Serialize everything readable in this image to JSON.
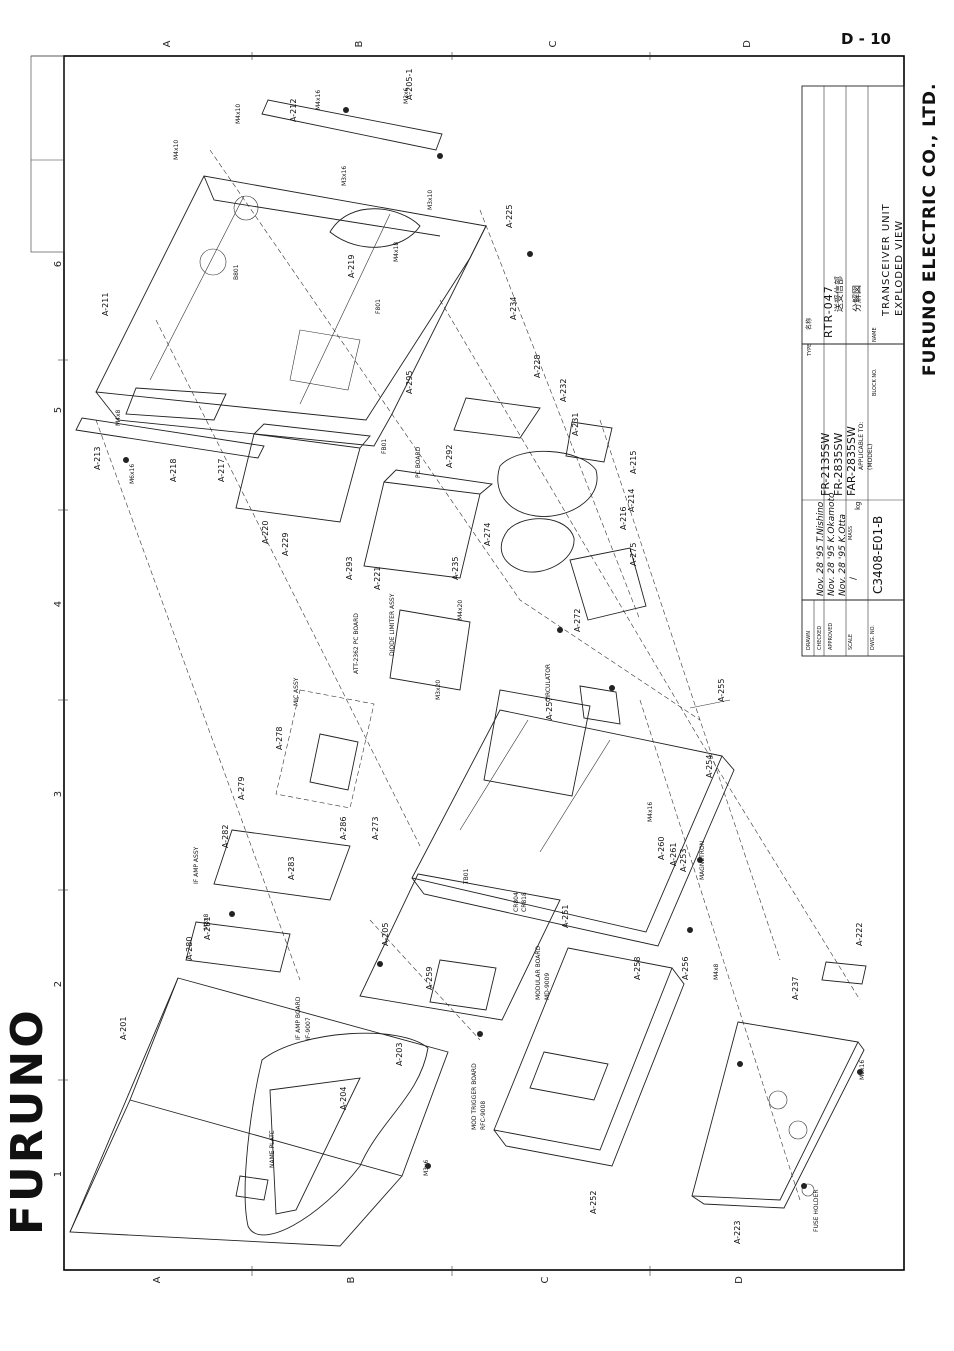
{
  "sheet": {
    "page_number": "D - 10",
    "company": "FURUNO ELECTRIC CO., LTD.",
    "logo_text": "FURUNO",
    "zone_letters": [
      "A",
      "B",
      "C",
      "D"
    ],
    "zone_numbers": [
      "1",
      "2",
      "3",
      "4",
      "5",
      "6"
    ]
  },
  "title_block": {
    "type_label": "TYPE",
    "type_value": "RTR-047",
    "name_jp_label": "名称",
    "name_jp_value": "送受信部",
    "drawing_jp_value": "分解図",
    "block_no_label": "BLOCK NO.",
    "name_label": "NAME",
    "name_line1": "TRANSCEIVER UNIT",
    "name_line2": "EXPLODED VIEW",
    "applicable_models": [
      "FR-2135SW",
      "FR-2835SW",
      "FAR-2835SW"
    ],
    "applicable_label": "APPLICABLE TO:",
    "applicable_sub": "(MODEL)",
    "drawn_label": "DRAWN",
    "drawn_value": "Nov. 28 '95 T.Nishino",
    "checked_label": "CHECKED",
    "checked_value": "Nov. 28 '95 K.Okamoto",
    "approved_label": "APPROVED",
    "approved_value": "Nov. 28 '95 K.Otta",
    "scale_label": "SCALE",
    "scale_value": "/",
    "mass_label": "MASS",
    "mass_unit": "kg",
    "dwg_no_label": "DWG. NO.",
    "dwg_no_value": "C3408-E01-B"
  },
  "parts": [
    "A-201",
    "A-203",
    "A-204",
    "A-205",
    "A-205-1",
    "A-211",
    "A-212",
    "A-213",
    "A-214",
    "A-215",
    "A-216",
    "A-217",
    "A-218",
    "A-219",
    "A-220",
    "A-221",
    "A-222",
    "A-223",
    "A-225",
    "A-228",
    "A-229",
    "A-231",
    "A-232",
    "A-234",
    "A-235",
    "A-237",
    "A-251",
    "A-252",
    "A-253",
    "A-254",
    "A-255",
    "A-256",
    "A-257",
    "A-258",
    "A-259",
    "A-260",
    "A-261",
    "A-272",
    "A-273",
    "A-274",
    "A-275",
    "A-278",
    "A-279",
    "A-280",
    "A-281",
    "A-282",
    "A-283",
    "A-286",
    "A-292",
    "A-293",
    "A-295"
  ],
  "assemblies": [
    "IF AMP BOARD",
    "IF-9007",
    "IF AMP ASSY",
    "MIC ASSY",
    "ATT-2362 PC BOARD",
    "DIODE LIMITER ASSY",
    "CIRCULATOR",
    "MODULAR BOARD",
    "MD-9009",
    "MOD TRIGGER BOARD",
    "RFC-9008",
    "MAGNETRON",
    "FUSE HOLDER",
    "NAME PLATE",
    "PC BOARD",
    "CR804",
    "CR818",
    "TB01",
    "B801",
    "F801",
    "FB01"
  ],
  "hardware": [
    "M4x10",
    "M4x16",
    "M3x6",
    "M3x8",
    "M4x8",
    "M6x16",
    "M3x16",
    "M4x20",
    "M3x10",
    "M4x18",
    "M3x20"
  ]
}
